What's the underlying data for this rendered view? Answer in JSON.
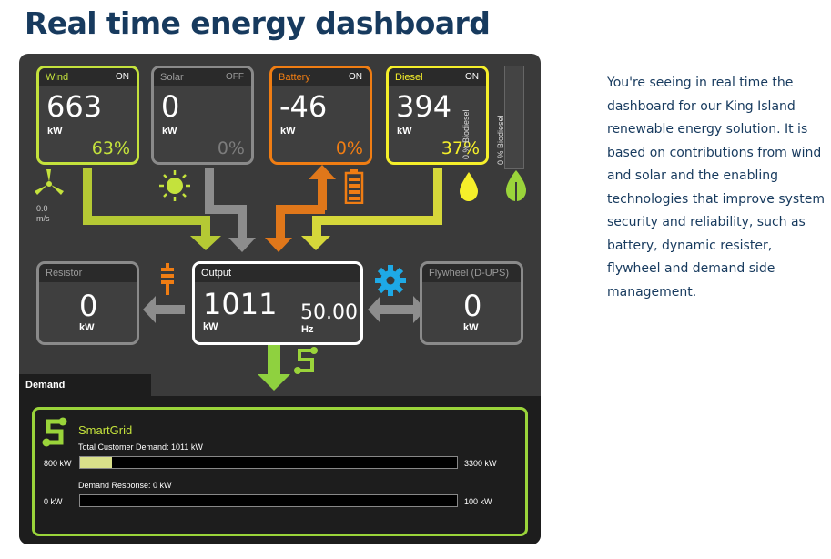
{
  "title": "Real time energy dashboard",
  "description": "You're seeing in real time the dashboard for our King Island renewable energy solution. It is based on contributions from wind and solar and the enabling technologies that improve system security and reliability, such as battery, dynamic resister, flywheel and demand side management.",
  "colors": {
    "title": "#173a5e",
    "wind": "#c4e23c",
    "battery": "#f07d13",
    "diesel": "#f5ef2a",
    "smartgrid": "#9ad43a"
  },
  "sources": {
    "wind": {
      "label": "Wind",
      "status": "ON",
      "value": "663",
      "unit": "kW",
      "pct": "63%"
    },
    "solar": {
      "label": "Solar",
      "status": "OFF",
      "value": "0",
      "unit": "kW",
      "pct": "0%"
    },
    "battery": {
      "label": "Battery",
      "status": "ON",
      "value": "-46",
      "unit": "kW",
      "pct": "0%"
    },
    "diesel": {
      "label": "Diesel",
      "status": "ON",
      "value": "394",
      "unit": "kW",
      "pct": "37%"
    }
  },
  "biodiesel": {
    "label_a": "0 % Biodiesel",
    "label_b": "0 % Biodiesel"
  },
  "wind_speed": {
    "value": "0.0",
    "unit": "m/s"
  },
  "resistor": {
    "label": "Resistor",
    "value": "0",
    "unit": "kW"
  },
  "output": {
    "label": "Output",
    "power": "1011",
    "power_unit": "kW",
    "freq": "50.00",
    "freq_unit": "Hz"
  },
  "flywheel": {
    "label": "Flywheel (D-UPS)",
    "value": "0",
    "unit": "kW"
  },
  "demand": {
    "tab_label": "Demand",
    "smartgrid_title": "SmartGrid",
    "total_label": "Total Customer Demand: 1011 kW",
    "total_min": "800 kW",
    "total_max": "3300 kW",
    "total_fraction": 0.085,
    "response_label": "Demand Response: 0 kW",
    "response_min": "0 kW",
    "response_max": "100 kW",
    "response_fraction": 0
  },
  "icons": [
    "wind-turbine-icon",
    "sun-icon",
    "battery-icon",
    "fuel-drop-icon",
    "leaf-icon",
    "resistor-icon",
    "gear-icon",
    "smartgrid-icon"
  ]
}
